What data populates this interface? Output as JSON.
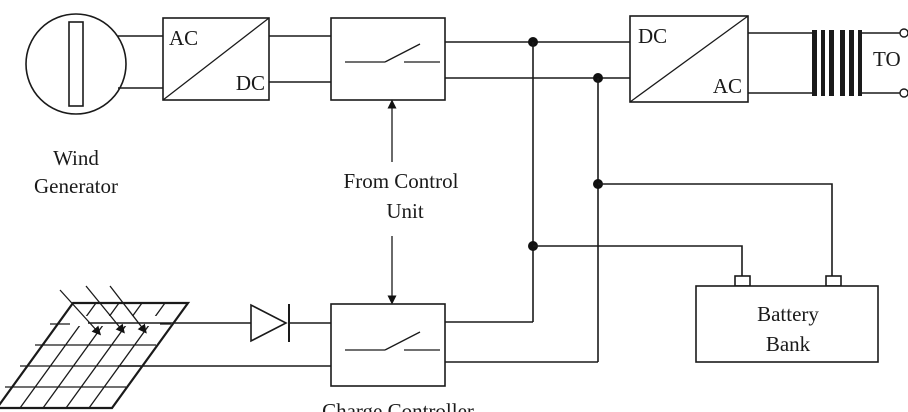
{
  "converter_1": {
    "input": "AC",
    "output": "DC"
  },
  "converter_2": {
    "input": "DC",
    "output": "AC"
  },
  "output_label": "TO",
  "wind_generator": {
    "line1": "Wind",
    "line2": "Generator"
  },
  "control_unit": {
    "line1": "From Control",
    "line2": "Unit"
  },
  "battery_bank": {
    "line1": "Battery",
    "line2": "Bank"
  },
  "charge_controller": "Charge Controller"
}
